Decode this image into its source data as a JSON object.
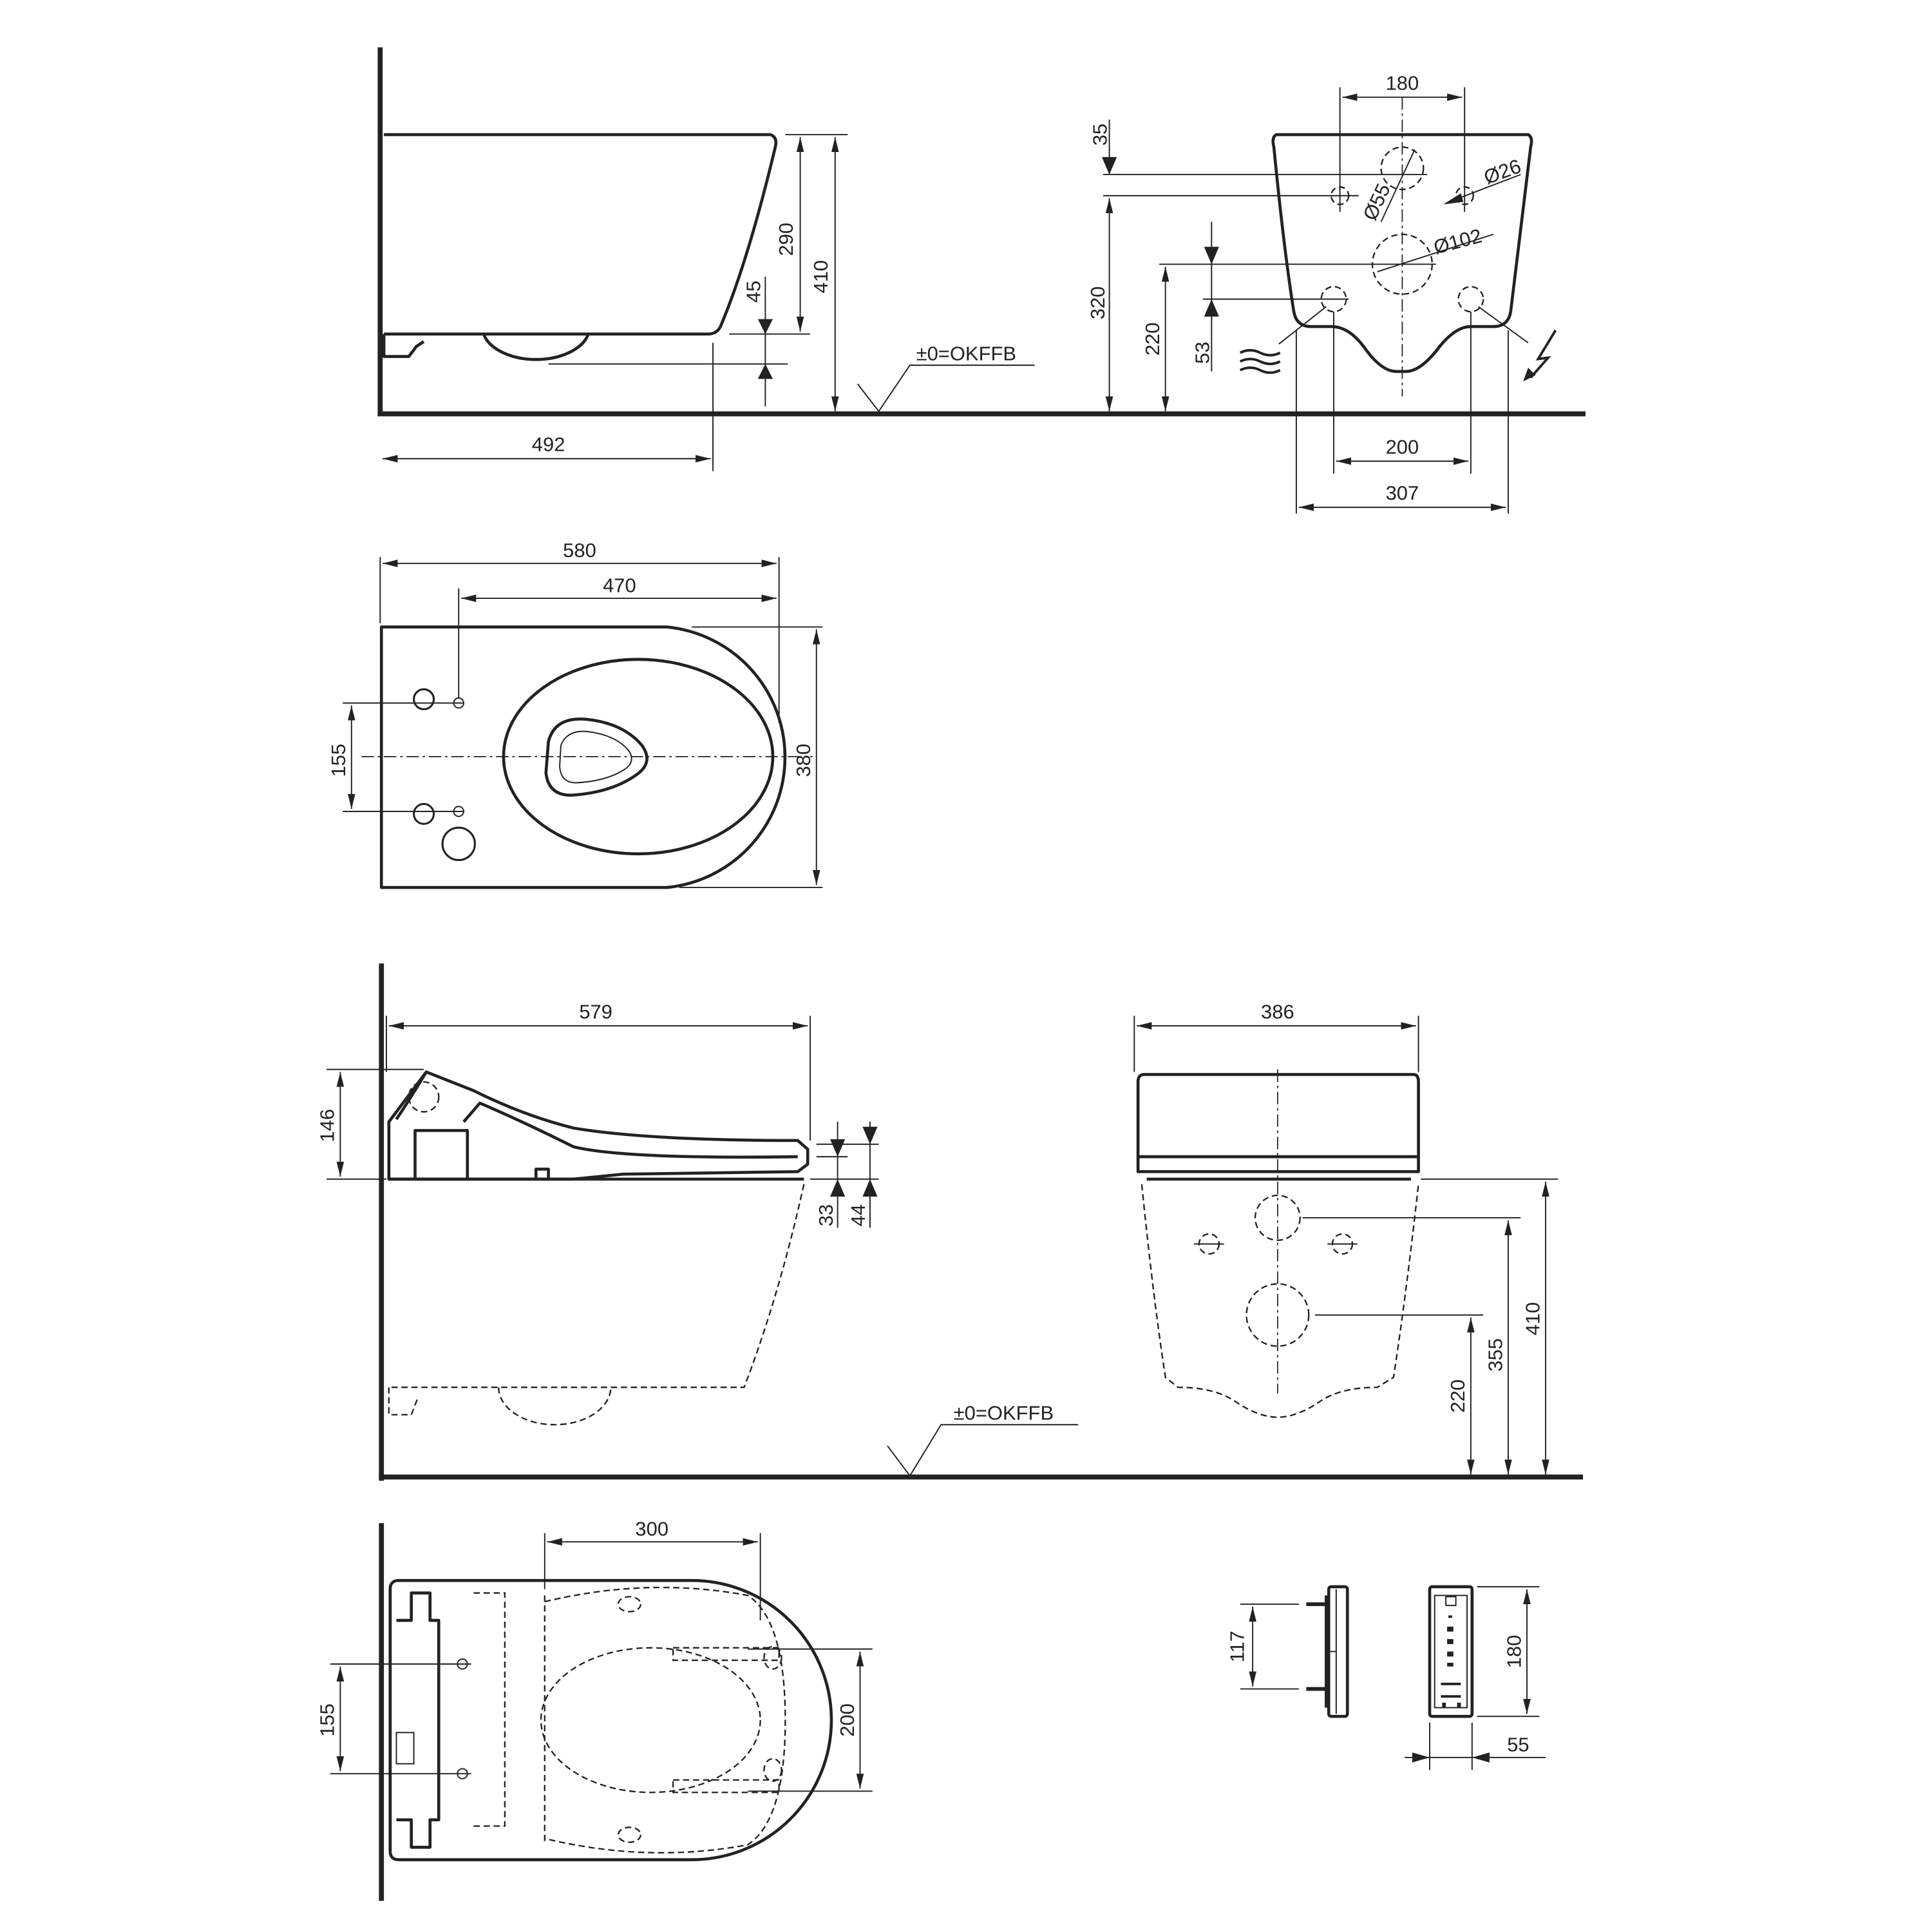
{
  "side_view": {
    "d290": "290",
    "d410": "410",
    "d45": "45",
    "d492": "492",
    "floor_ref": "±0=OKFFB"
  },
  "front_view": {
    "d180": "180",
    "d35": "35",
    "d320": "320",
    "d220": "220",
    "d53": "53",
    "d200": "200",
    "d307": "307",
    "dia55": "Ø55",
    "dia26": "Ø26",
    "dia102": "Ø102",
    "water_icon": "water-supply-icon",
    "power_icon": "electric-power-icon"
  },
  "top_view": {
    "d580": "580",
    "d470": "470",
    "d380": "380",
    "d155": "155"
  },
  "seat_side_view": {
    "d579": "579",
    "d146": "146",
    "d33": "33",
    "d44": "44",
    "floor_ref": "±0=OKFFB"
  },
  "seat_front_view": {
    "d386": "386",
    "d410": "410",
    "d355": "355",
    "d220": "220"
  },
  "seat_top_view": {
    "d300": "300",
    "d155": "155",
    "d200": "200"
  },
  "remote": {
    "d117": "117",
    "d180": "180",
    "d55": "55"
  }
}
